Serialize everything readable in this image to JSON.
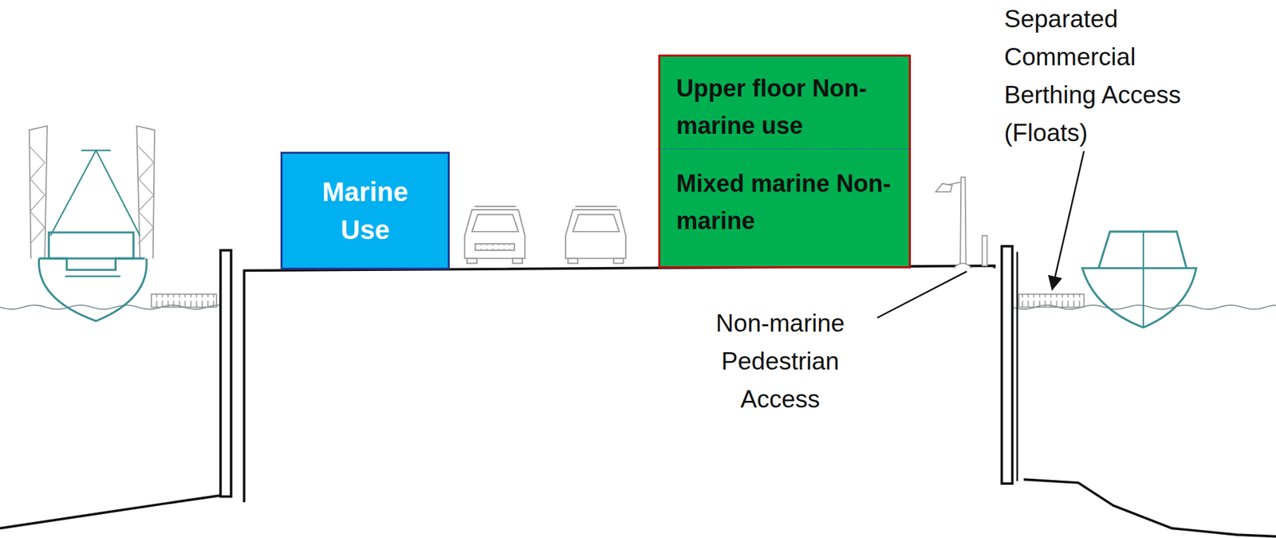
{
  "diagram": {
    "nodes": [
      {
        "text": [
          "Marine Use"
        ]
      },
      {
        "text": [
          "Upper floor Non-marine use",
          "Mixed marine Non-marine"
        ]
      }
    ],
    "labels": [
      "Separated Commercial Berthing Access (Floats)",
      "Non-marine Pedestrian Access"
    ]
  }
}
